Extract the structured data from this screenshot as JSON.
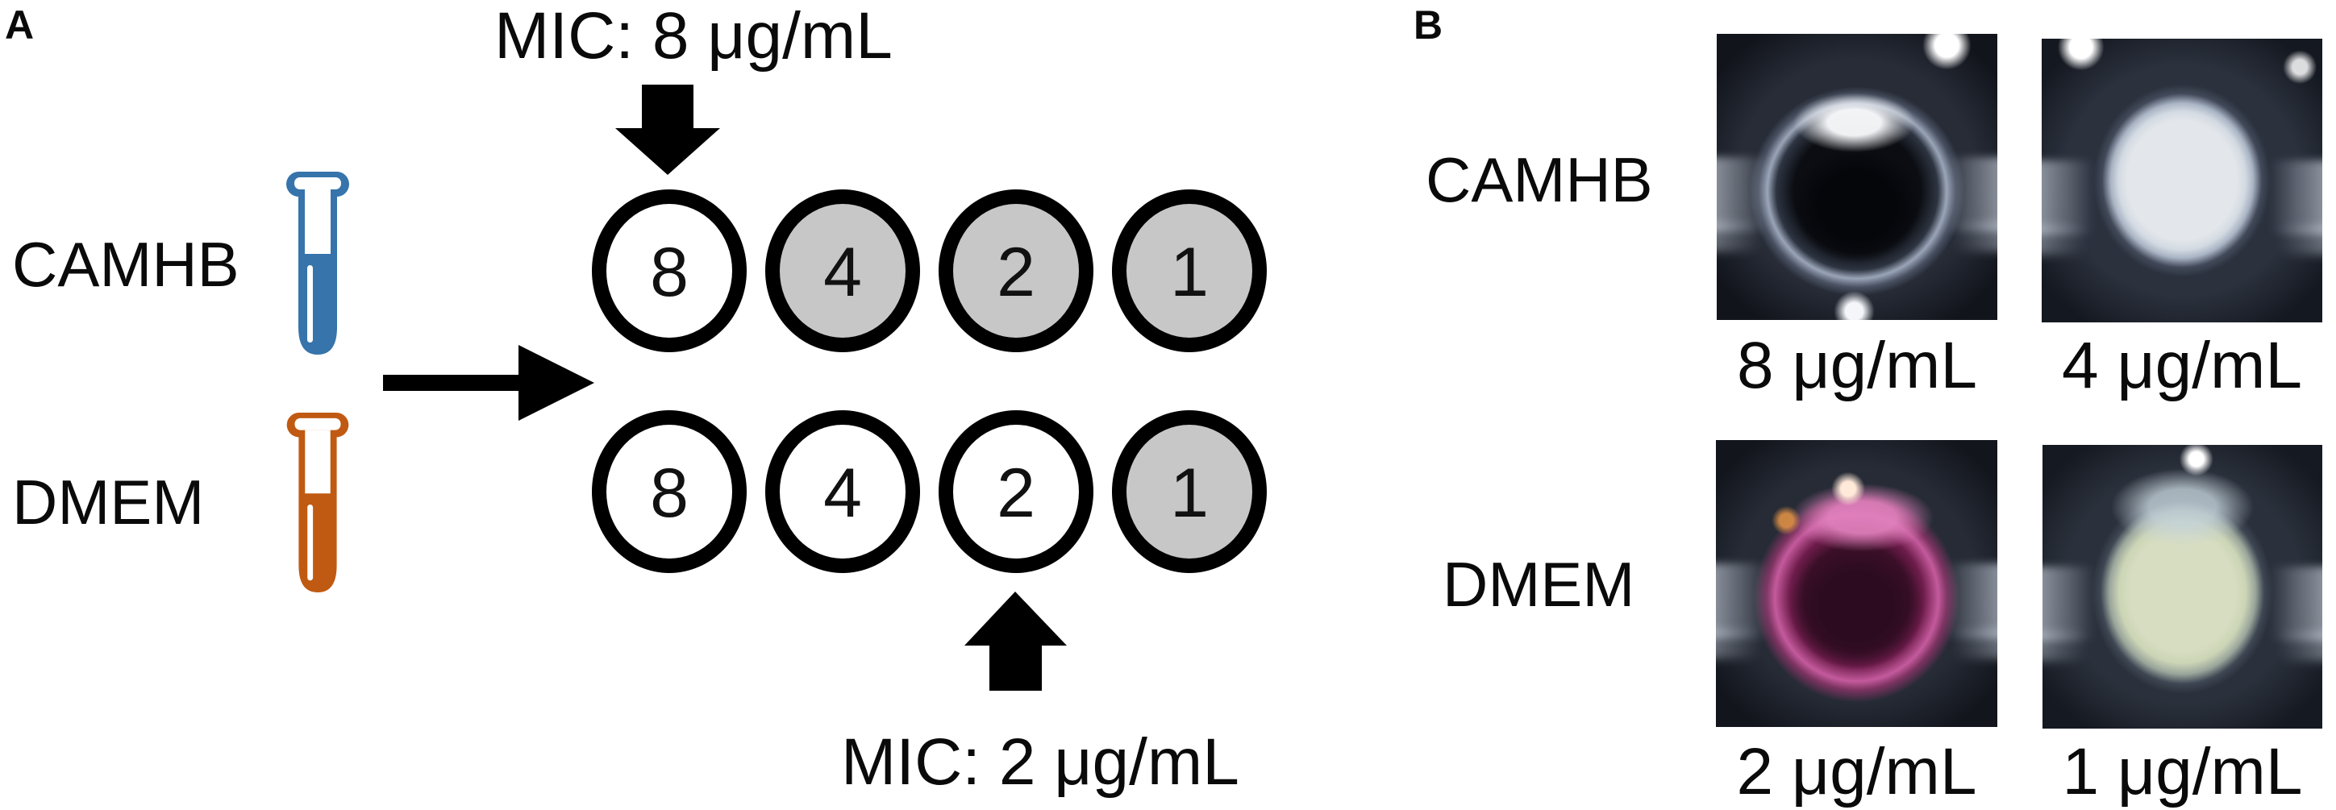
{
  "panel_a": {
    "label": "A",
    "annotations": {
      "mic_camhb": "MIC: 8 μg/mL",
      "mic_dmem": "MIC: 2 μg/mL"
    },
    "colors": {
      "camhb_tube": "#3674ab",
      "dmem_tube": "#c05a12",
      "well_growth_fill": "#c7c7c7",
      "well_clear_fill": "#ffffff"
    },
    "rows": [
      {
        "media": "CAMHB",
        "wells": [
          {
            "value": "8",
            "growth": false
          },
          {
            "value": "4",
            "growth": true
          },
          {
            "value": "2",
            "growth": true
          },
          {
            "value": "1",
            "growth": true
          }
        ]
      },
      {
        "media": "DMEM",
        "wells": [
          {
            "value": "8",
            "growth": false
          },
          {
            "value": "4",
            "growth": false
          },
          {
            "value": "2",
            "growth": false
          },
          {
            "value": "1",
            "growth": true
          }
        ]
      }
    ]
  },
  "panel_b": {
    "label": "B",
    "rows": [
      {
        "media": "CAMHB",
        "photos": [
          {
            "label": "8 μg/mL",
            "appearance": "clear-dark-well"
          },
          {
            "label": "4 μg/mL",
            "appearance": "turbid-white-well"
          }
        ]
      },
      {
        "media": "DMEM",
        "photos": [
          {
            "label": "2 μg/mL",
            "appearance": "clear-pink-well"
          },
          {
            "label": "1 μg/mL",
            "appearance": "turbid-yellow-green-well"
          }
        ]
      }
    ]
  }
}
